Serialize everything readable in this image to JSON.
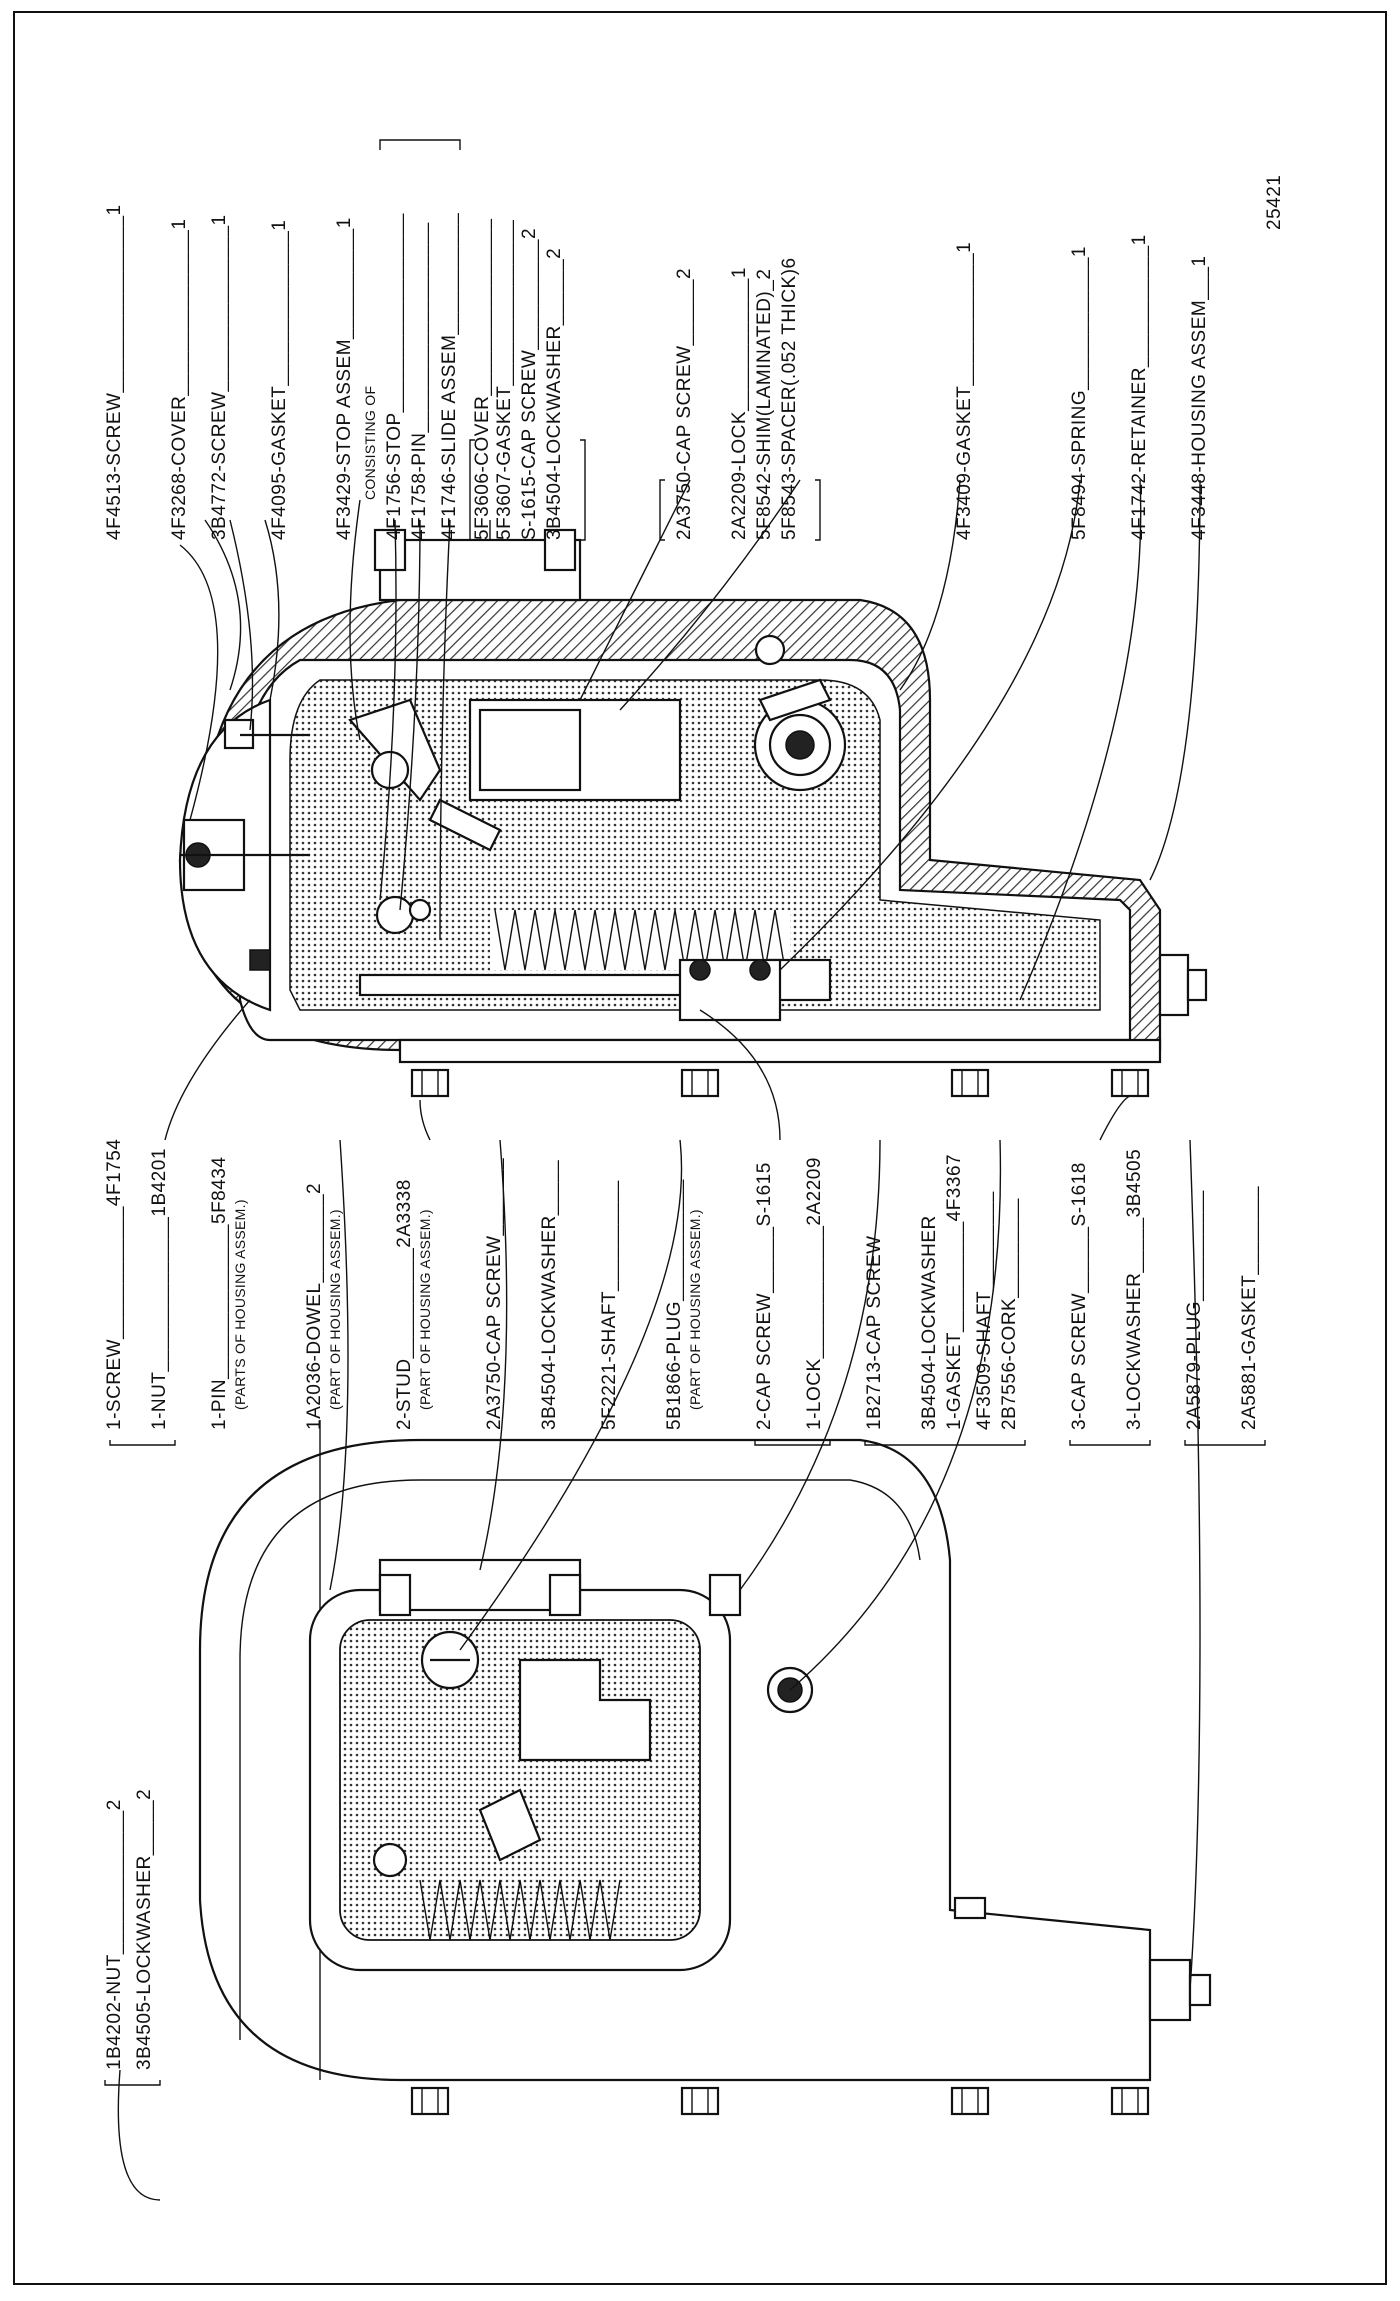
{
  "figure_number": "25421",
  "top_view_labels": [
    {
      "text": "4F4513-SCREW________________1"
    },
    {
      "text": "4F3268-COVER_______________1"
    },
    {
      "text": "3B4772-SCREW_______________1"
    },
    {
      "text": "4F4095-GASKET______________1"
    },
    {
      "text": "4F3429-STOP ASSEM__________1"
    },
    {
      "text": "CONSISTING OF"
    },
    {
      "text": "4F1756-STOP__________________"
    },
    {
      "text": "4F1758-PIN___________________"
    },
    {
      "text": "4F1746-SLIDE ASSEM___________"
    },
    {
      "text": "5F3606-COVER________________"
    },
    {
      "text": "5F3607-GASKET_______________"
    },
    {
      "text": "S-1615-CAP SCREW__________2"
    },
    {
      "text": "3B4504-LOCKWASHER______2"
    },
    {
      "text": "2A3750-CAP SCREW______2"
    },
    {
      "text": "2A2209-LOCK____________1"
    },
    {
      "text": "5F8542-SHIM(LAMINATED)_2"
    },
    {
      "text": "5F8543-SPACER(.052 THICK)6"
    },
    {
      "text": "4F3409-GASKET____________1"
    },
    {
      "text": "5F8494-SPRING____________1"
    },
    {
      "text": "4F1742-RETAINER___________1"
    },
    {
      "text": "4F3448-HOUSING ASSEM___1"
    }
  ],
  "bottom_view_labels": [
    {
      "text": "1-SCREW____________4F1754"
    },
    {
      "text": "1-NUT______________1B4201"
    },
    {
      "text": "1-PIN______________5F8434"
    },
    {
      "text": "(PARTS OF HOUSING ASSEM.)"
    },
    {
      "text": "1A2036-DOWEL________2"
    },
    {
      "text": "(PART OF HOUSING ASSEM.)"
    },
    {
      "text": "2-STUD__________2A3338"
    },
    {
      "text": "(PART OF HOUSING ASSEM.)"
    },
    {
      "text": "2A3750-CAP SCREW_______"
    },
    {
      "text": "3B4504-LOCKWASHER_____"
    },
    {
      "text": "5F2221-SHAFT__________"
    },
    {
      "text": "5B1866-PLUG___________"
    },
    {
      "text": "(PART OF HOUSING ASSEM.)"
    },
    {
      "text": "2-CAP SCREW______S-1615"
    },
    {
      "text": "1-LOCK____________2A2209"
    },
    {
      "text": "1B2713-CAP SCREW"
    },
    {
      "text": "3B4504-LOCKWASHER"
    },
    {
      "text": "1-GASKET__________4F3367"
    },
    {
      "text": "4F3509-SHAFT_________"
    },
    {
      "text": "2B7556-CORK_________"
    },
    {
      "text": "3-CAP SCREW______S-1618"
    },
    {
      "text": "3-LOCKWASHER_____3B4505"
    },
    {
      "text": "2A5879-PLUG__________"
    },
    {
      "text": "2A5881-GASKET________"
    }
  ],
  "left_labels": [
    {
      "text": "1B4202-NUT_____________2"
    },
    {
      "text": "3B4505-LOCKWASHER_____2"
    }
  ]
}
